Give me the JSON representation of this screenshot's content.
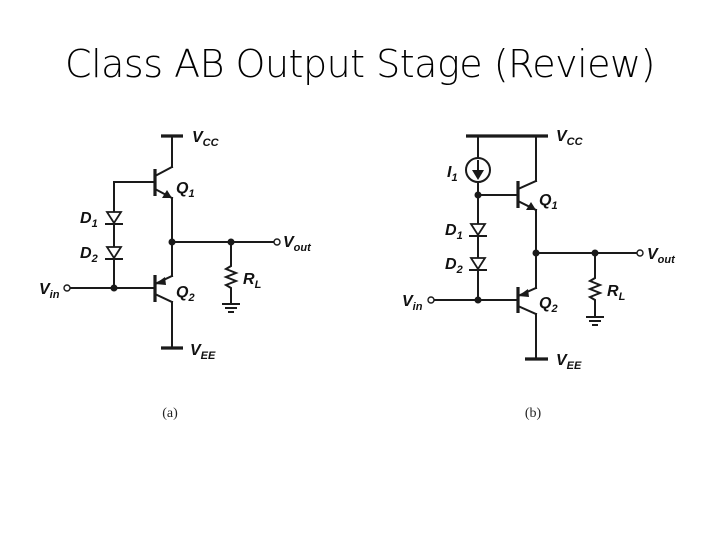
{
  "title": "Class AB Output Stage (Review)",
  "figures": [
    {
      "caption": "(a)",
      "labels": {
        "vcc": {
          "main": "V",
          "sub": "CC"
        },
        "vee": {
          "main": "V",
          "sub": "EE"
        },
        "q1": {
          "main": "Q",
          "sub": "1"
        },
        "q2": {
          "main": "Q",
          "sub": "2"
        },
        "d1": {
          "main": "D",
          "sub": "1"
        },
        "d2": {
          "main": "D",
          "sub": "2"
        },
        "vin": {
          "main": "V",
          "sub": "in"
        },
        "vout": {
          "main": "V",
          "sub": "out"
        },
        "rl": {
          "main": "R",
          "sub": "L"
        }
      }
    },
    {
      "caption": "(b)",
      "labels": {
        "vcc": {
          "main": "V",
          "sub": "CC"
        },
        "vee": {
          "main": "V",
          "sub": "EE"
        },
        "q1": {
          "main": "Q",
          "sub": "1"
        },
        "q2": {
          "main": "Q",
          "sub": "2"
        },
        "d1": {
          "main": "D",
          "sub": "1"
        },
        "d2": {
          "main": "D",
          "sub": "2"
        },
        "i1": {
          "main": "I",
          "sub": "1"
        },
        "vin": {
          "main": "V",
          "sub": "in"
        },
        "vout": {
          "main": "V",
          "sub": "out"
        },
        "rl": {
          "main": "R",
          "sub": "L"
        }
      }
    }
  ]
}
